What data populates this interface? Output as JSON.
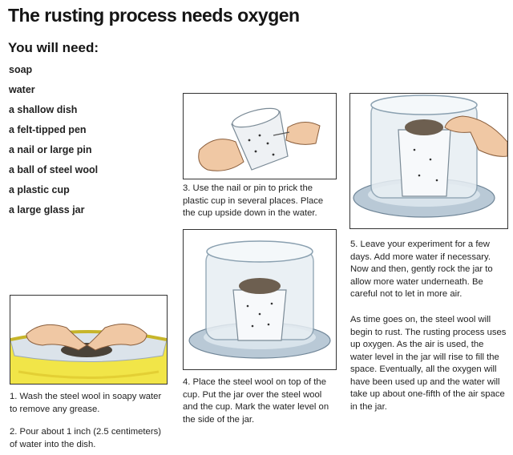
{
  "title": "The rusting process needs oxygen",
  "materials_heading": "You will need:",
  "materials": [
    "soap",
    "water",
    "a shallow dish",
    "a felt-tipped pen",
    "a nail or large pin",
    "a ball of steel wool",
    "a plastic cup",
    "a large glass jar"
  ],
  "steps": {
    "s1": "1. Wash the steel wool in soapy water to remove any grease.",
    "s2": "2. Pour about 1 inch (2.5 centimeters) of water into the dish.",
    "s3": "3. Use the nail or pin to prick the plastic cup in several places. Place the cup upside down in the water.",
    "s4": "4. Place the steel wool on top of the cup. Put the jar over the steel wool and the cup. Mark the water level on the side of the jar.",
    "s5": "5. Leave your experiment for a few days. Add more water if necessary. Now and then, gently rock the jar to allow more water underneath. Be careful not to let in more air.",
    "s5b": "As time goes on, the steel wool will begin to rust. The rusting process uses up oxygen. As the air is used, the water level in the jar will rise to fill the space. Eventually, all the oxygen will have been used up and the water will take up about one-fifth of the air space in the jar."
  }
}
